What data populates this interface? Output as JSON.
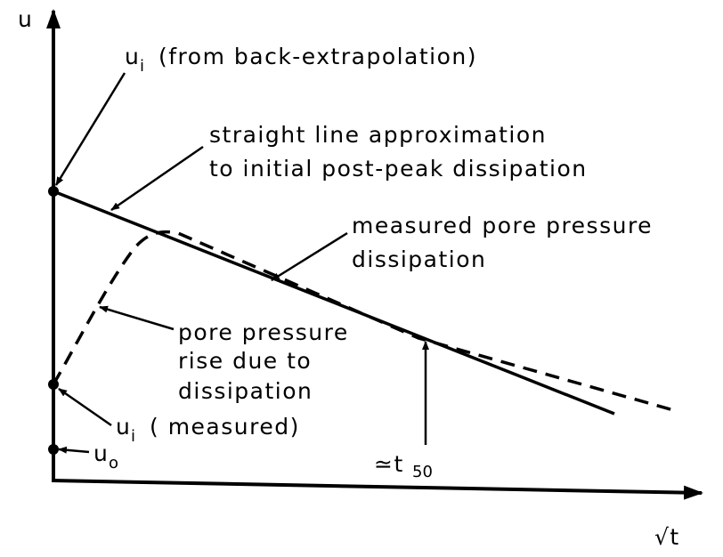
{
  "axes": {
    "y_label": "u",
    "x_label": "√t"
  },
  "labels": {
    "ui_back_main": "u",
    "ui_back_sub": "i",
    "ui_back_text": "(from back-extrapolation)",
    "straight_line_1": "straight line approximation",
    "straight_line_2": "to initial post-peak dissipation",
    "measured_1": "measured pore pressure",
    "measured_2": "dissipation",
    "rise_1": "pore pressure",
    "rise_2": "rise due to",
    "rise_3": "dissipation",
    "ui_meas_main": "u",
    "ui_meas_sub": "i",
    "ui_meas_text": "( measured)",
    "u0_main": "u",
    "u0_sub": "o",
    "t50_main": "≃t",
    "t50_sub": "50"
  }
}
